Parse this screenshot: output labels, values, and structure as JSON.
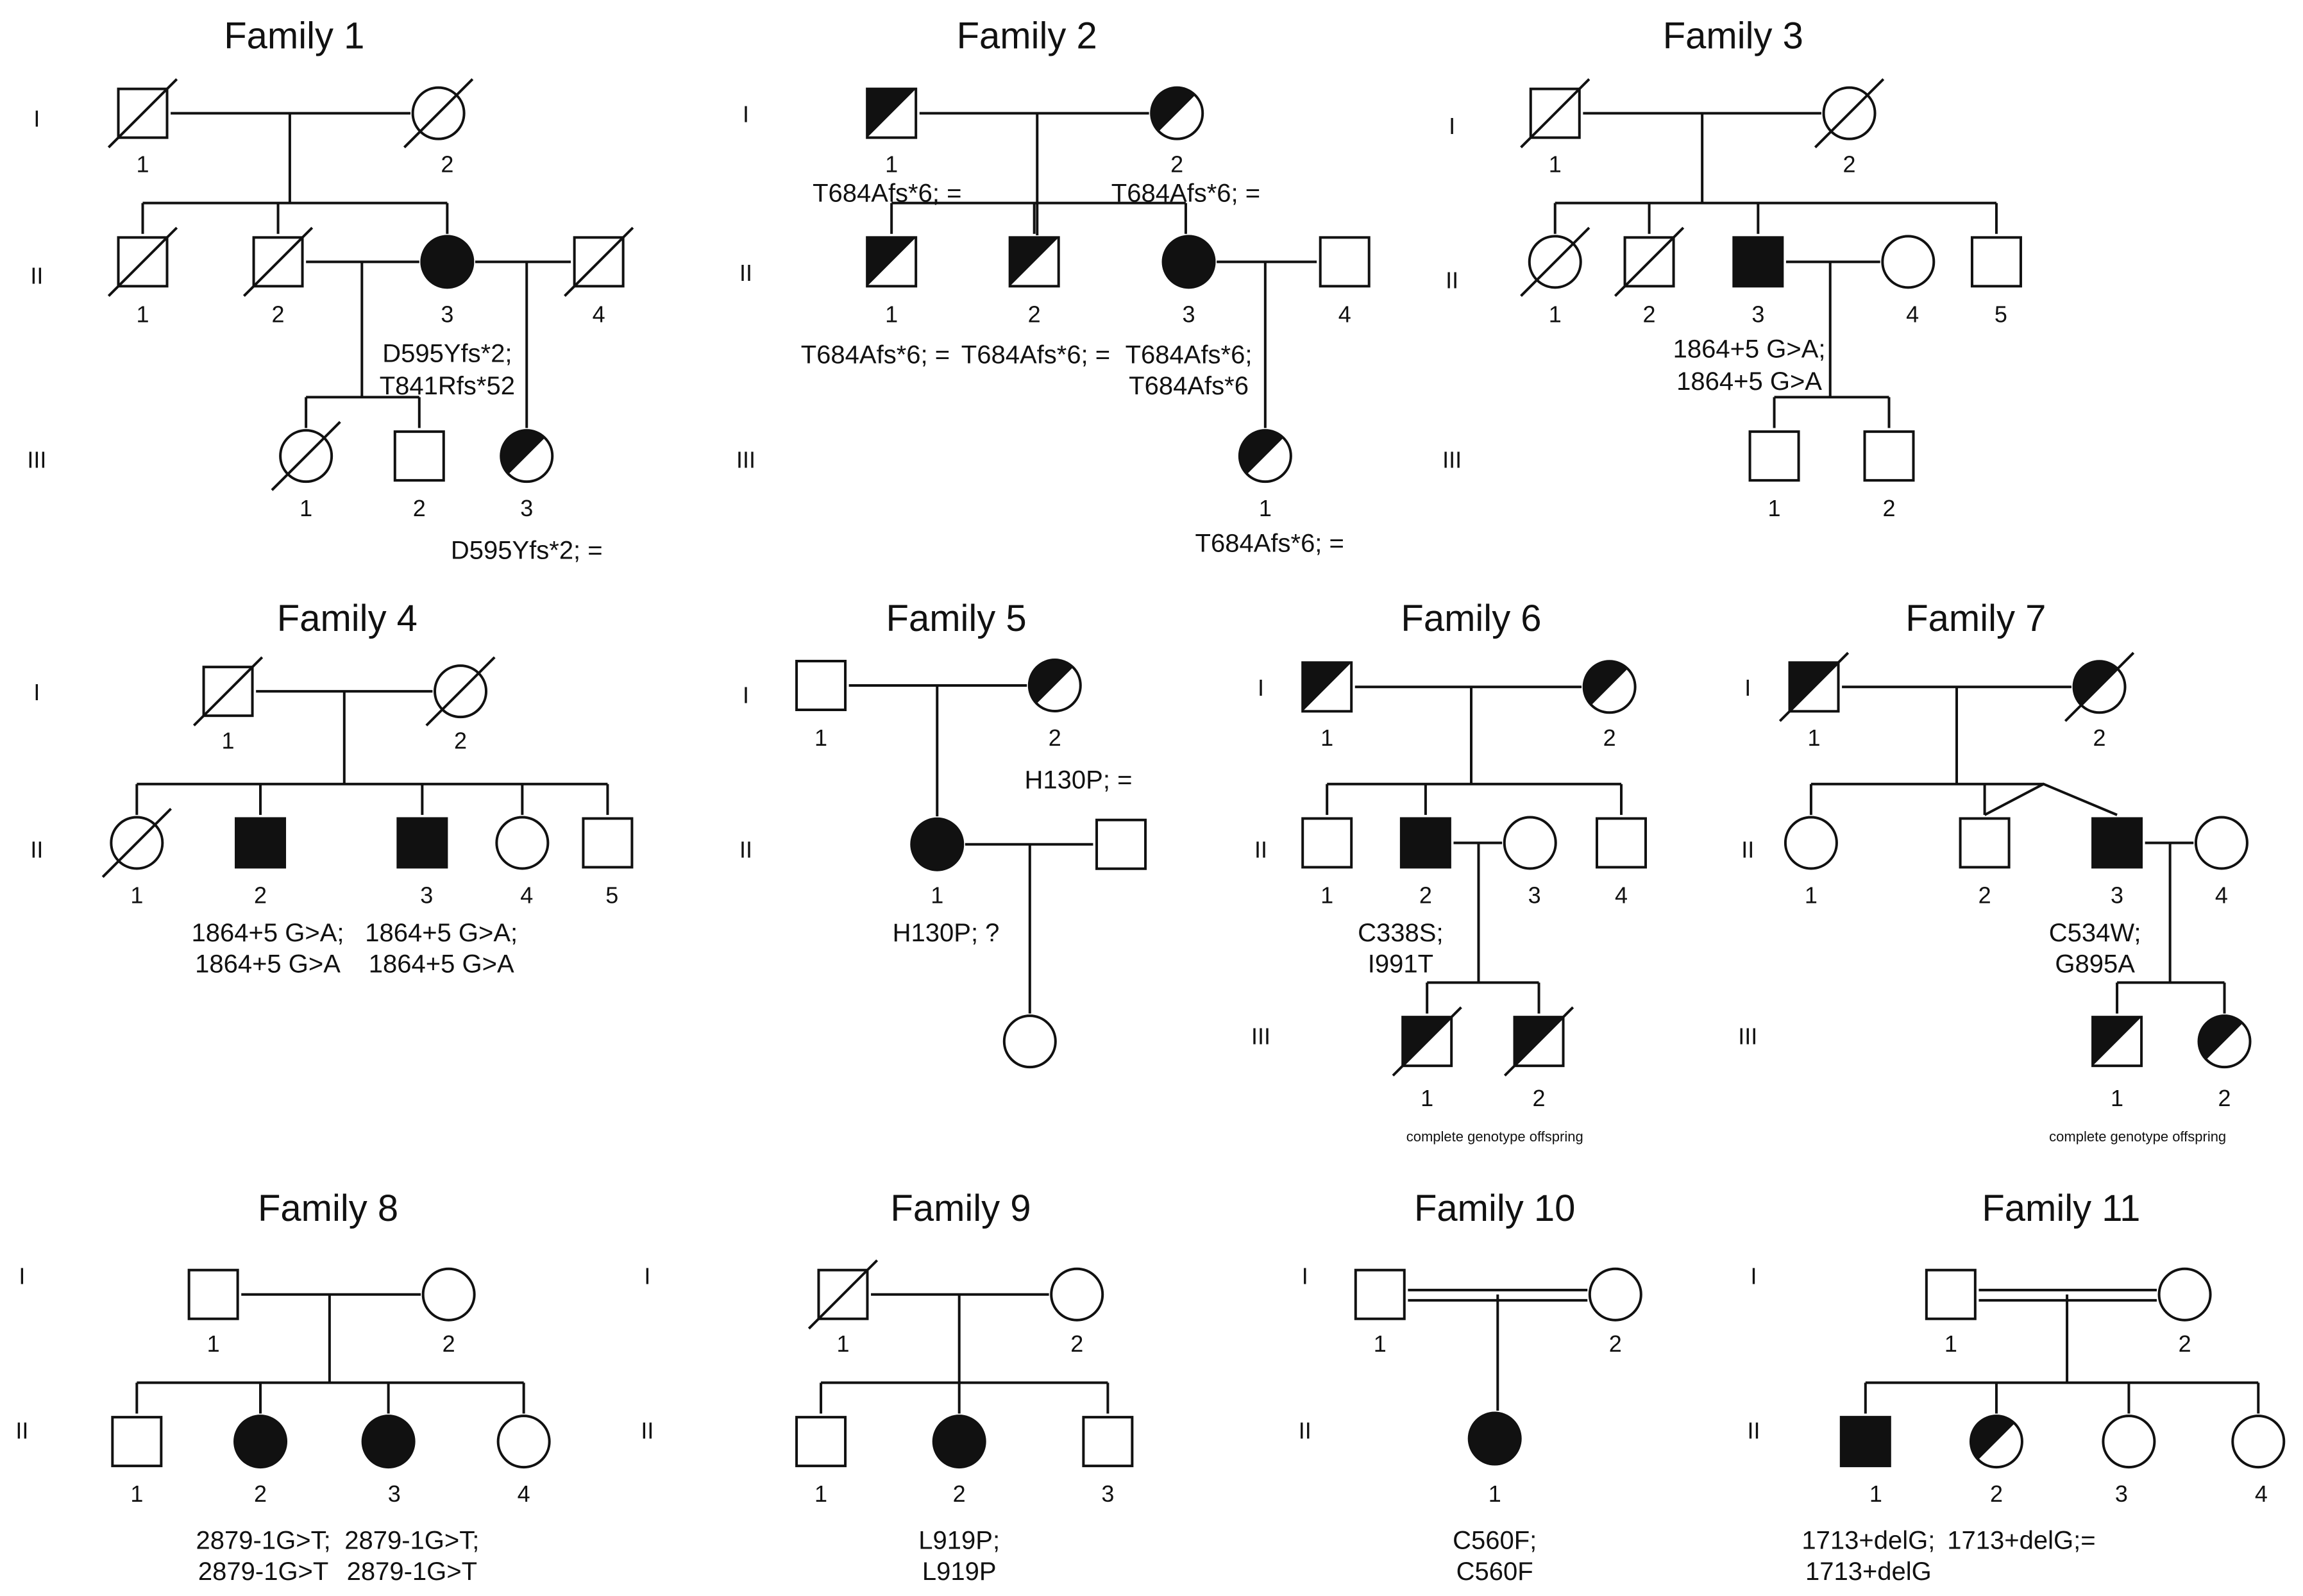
{
  "families": [
    {
      "title": "Family 1",
      "generations": [
        "I",
        "II",
        "III"
      ],
      "individuals": [
        {
          "label": "1",
          "sex": "male",
          "status": "unaffected",
          "deceased": true
        },
        {
          "label": "2",
          "sex": "female",
          "status": "unaffected",
          "deceased": true
        },
        {
          "label": "1",
          "sex": "male",
          "status": "unaffected",
          "deceased": true
        },
        {
          "label": "2",
          "sex": "male",
          "status": "unaffected",
          "deceased": true
        },
        {
          "label": "3",
          "sex": "female",
          "status": "affected",
          "proband": true,
          "genotype": [
            "D595Yfs*2;",
            "T841Rfs*52"
          ]
        },
        {
          "label": "4",
          "sex": "male",
          "status": "unaffected",
          "deceased": true
        },
        {
          "label": "1",
          "sex": "female",
          "status": "unaffected",
          "deceased": true
        },
        {
          "label": "2",
          "sex": "male",
          "status": "unaffected"
        },
        {
          "label": "3",
          "sex": "female",
          "status": "carrier",
          "genotype": [
            "D595Yfs*2; ="
          ]
        }
      ]
    },
    {
      "title": "Family 2",
      "generations": [
        "I",
        "II",
        "III"
      ],
      "individuals": [
        {
          "label": "1",
          "sex": "male",
          "status": "carrier",
          "genotype": [
            "T684Afs*6; ="
          ]
        },
        {
          "label": "2",
          "sex": "female",
          "status": "carrier",
          "genotype": [
            "T684Afs*6; ="
          ]
        },
        {
          "label": "1",
          "sex": "male",
          "status": "carrier",
          "genotype": [
            "T684Afs*6; ="
          ]
        },
        {
          "label": "2",
          "sex": "male",
          "status": "carrier",
          "genotype": [
            "T684Afs*6; ="
          ]
        },
        {
          "label": "3",
          "sex": "female",
          "status": "affected",
          "proband": true,
          "genotype": [
            "T684Afs*6;",
            "T684Afs*6"
          ]
        },
        {
          "label": "4",
          "sex": "male",
          "status": "unaffected"
        },
        {
          "label": "1",
          "sex": "female",
          "status": "carrier",
          "genotype": [
            "T684Afs*6; ="
          ]
        }
      ]
    },
    {
      "title": "Family 3",
      "generations": [
        "I",
        "II",
        "III"
      ],
      "individuals": [
        {
          "label": "1",
          "sex": "male",
          "status": "unaffected",
          "deceased": true
        },
        {
          "label": "2",
          "sex": "female",
          "status": "unaffected",
          "deceased": true
        },
        {
          "label": "1",
          "sex": "female",
          "status": "unaffected",
          "deceased": true
        },
        {
          "label": "2",
          "sex": "male",
          "status": "unaffected",
          "deceased": true
        },
        {
          "label": "3",
          "sex": "male",
          "status": "affected",
          "proband": true,
          "genotype": [
            "1864+5 G>A;",
            "1864+5 G>A"
          ]
        },
        {
          "label": "4",
          "sex": "female",
          "status": "unaffected"
        },
        {
          "label": "5",
          "sex": "male",
          "status": "unaffected"
        },
        {
          "label": "1",
          "sex": "male",
          "status": "unaffected"
        },
        {
          "label": "2",
          "sex": "male",
          "status": "unaffected"
        }
      ]
    },
    {
      "title": "Family 4",
      "generations": [
        "I",
        "II"
      ],
      "individuals": [
        {
          "label": "1",
          "sex": "male",
          "status": "unaffected",
          "deceased": true
        },
        {
          "label": "2",
          "sex": "female",
          "status": "unaffected",
          "deceased": true
        },
        {
          "label": "1",
          "sex": "female",
          "status": "unaffected",
          "deceased": true
        },
        {
          "label": "2",
          "sex": "male",
          "status": "affected",
          "proband": true,
          "genotype": [
            "1864+5 G>A;",
            "1864+5 G>A"
          ]
        },
        {
          "label": "3",
          "sex": "male",
          "status": "affected",
          "genotype": [
            "1864+5 G>A;",
            "1864+5 G>A"
          ]
        },
        {
          "label": "4",
          "sex": "female",
          "status": "unaffected"
        },
        {
          "label": "5",
          "sex": "male",
          "status": "unaffected"
        }
      ]
    },
    {
      "title": "Family 5",
      "generations": [
        "I",
        "II",
        "III"
      ],
      "individuals": [
        {
          "label": "1",
          "sex": "male",
          "status": "unaffected"
        },
        {
          "label": "2",
          "sex": "female",
          "status": "carrier",
          "genotype": [
            "H130P; ="
          ]
        },
        {
          "label": "1",
          "sex": "female",
          "status": "affected",
          "proband": true,
          "genotype": [
            "H130P; ?"
          ]
        },
        {
          "label": "",
          "sex": "male",
          "status": "unaffected"
        },
        {
          "label": "",
          "sex": "female",
          "status": "unaffected"
        }
      ]
    },
    {
      "title": "Family 6",
      "generations": [
        "I",
        "II",
        "III"
      ],
      "individuals": [
        {
          "label": "1",
          "sex": "male",
          "status": "carrier"
        },
        {
          "label": "2",
          "sex": "female",
          "status": "carrier"
        },
        {
          "label": "1",
          "sex": "male",
          "status": "unaffected"
        },
        {
          "label": "2",
          "sex": "male",
          "status": "affected",
          "proband": true,
          "genotype": [
            "C338S;",
            "I991T"
          ]
        },
        {
          "label": "3",
          "sex": "female",
          "status": "unaffected"
        },
        {
          "label": "4",
          "sex": "male",
          "status": "unaffected"
        },
        {
          "label": "1",
          "sex": "male",
          "status": "carrier",
          "deceased": true
        },
        {
          "label": "2",
          "sex": "male",
          "status": "carrier",
          "deceased": true
        }
      ],
      "note": "complete genotype offspring"
    },
    {
      "title": "Family 7",
      "generations": [
        "I",
        "II",
        "III"
      ],
      "individuals": [
        {
          "label": "1",
          "sex": "male",
          "status": "carrier",
          "deceased": true
        },
        {
          "label": "2",
          "sex": "female",
          "status": "carrier",
          "deceased": true
        },
        {
          "label": "1",
          "sex": "female",
          "status": "unaffected"
        },
        {
          "label": "2",
          "sex": "male",
          "status": "unaffected"
        },
        {
          "label": "3",
          "sex": "male",
          "status": "affected",
          "proband": true,
          "genotype": [
            "C534W;",
            "G895A"
          ]
        },
        {
          "label": "4",
          "sex": "female",
          "status": "unaffected"
        },
        {
          "label": "1",
          "sex": "male",
          "status": "carrier"
        },
        {
          "label": "2",
          "sex": "female",
          "status": "carrier"
        }
      ],
      "note": "complete genotype offspring"
    },
    {
      "title": "Family 8",
      "generations": [
        "I",
        "II"
      ],
      "individuals": [
        {
          "label": "1",
          "sex": "male",
          "status": "unaffected"
        },
        {
          "label": "2",
          "sex": "female",
          "status": "unaffected"
        },
        {
          "label": "1",
          "sex": "male",
          "status": "unaffected"
        },
        {
          "label": "2",
          "sex": "female",
          "status": "affected",
          "genotype": [
            "2879-1G>T;",
            "2879-1G>T"
          ]
        },
        {
          "label": "3",
          "sex": "female",
          "status": "affected",
          "proband": true,
          "genotype": [
            "2879-1G>T;",
            "2879-1G>T"
          ]
        },
        {
          "label": "4",
          "sex": "female",
          "status": "unaffected"
        }
      ]
    },
    {
      "title": "Family 9",
      "generations": [
        "I",
        "II"
      ],
      "individuals": [
        {
          "label": "1",
          "sex": "male",
          "status": "unaffected",
          "deceased": true
        },
        {
          "label": "2",
          "sex": "female",
          "status": "unaffected"
        },
        {
          "label": "1",
          "sex": "male",
          "status": "unaffected"
        },
        {
          "label": "2",
          "sex": "female",
          "status": "affected",
          "proband": true,
          "genotype": [
            "L919P;",
            "L919P"
          ]
        },
        {
          "label": "3",
          "sex": "male",
          "status": "unaffected"
        }
      ]
    },
    {
      "title": "Family 10",
      "generations": [
        "I",
        "II"
      ],
      "consanguineous": true,
      "individuals": [
        {
          "label": "1",
          "sex": "male",
          "status": "unaffected"
        },
        {
          "label": "2",
          "sex": "female",
          "status": "unaffected"
        },
        {
          "label": "1",
          "sex": "female",
          "status": "affected",
          "proband": true,
          "genotype": [
            "C560F;",
            "C560F"
          ]
        }
      ]
    },
    {
      "title": "Family 11",
      "generations": [
        "I",
        "II"
      ],
      "consanguineous": true,
      "individuals": [
        {
          "label": "1",
          "sex": "male",
          "status": "unaffected"
        },
        {
          "label": "2",
          "sex": "female",
          "status": "unaffected"
        },
        {
          "label": "1",
          "sex": "male",
          "status": "affected",
          "proband": true,
          "genotype": [
            "1713+delG;",
            "1713+delG"
          ]
        },
        {
          "label": "2",
          "sex": "female",
          "status": "carrier",
          "genotype": [
            "1713+delG;="
          ]
        },
        {
          "label": "3",
          "sex": "female",
          "status": "unaffected"
        },
        {
          "label": "4",
          "sex": "female",
          "status": "unaffected"
        }
      ]
    }
  ]
}
